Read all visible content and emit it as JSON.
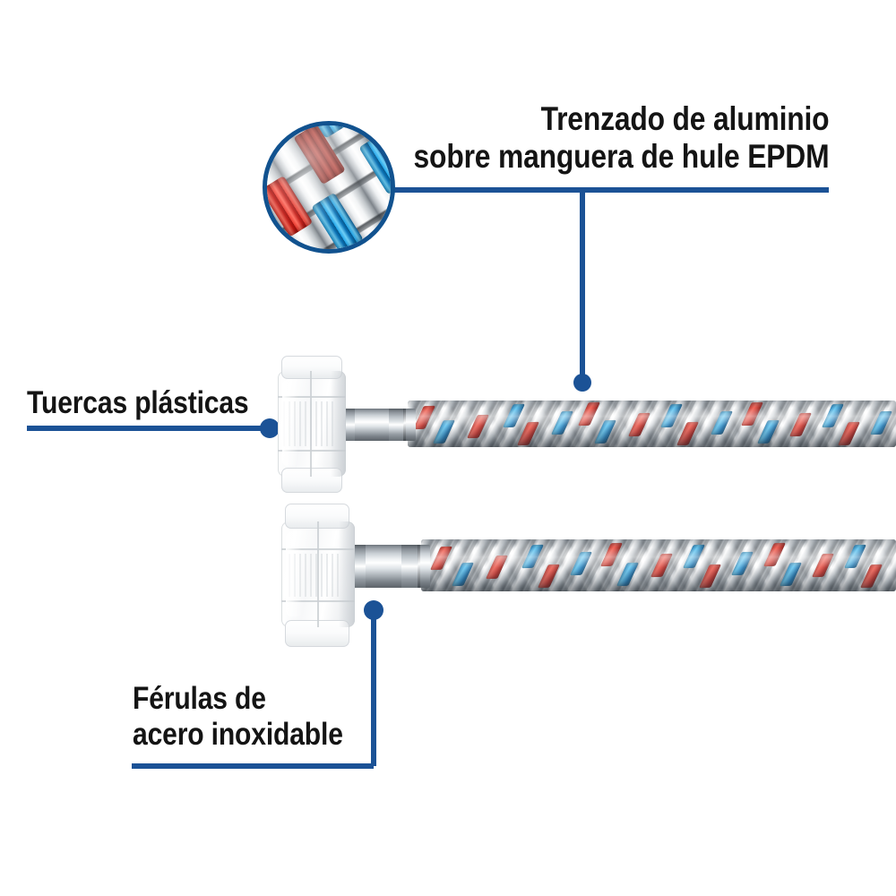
{
  "product": {
    "name": "manguera-flexible-de-abasto",
    "description": "Diagrama de manguera flexible con tuercas plasticas y ferulas de acero inoxidable"
  },
  "callouts": [
    {
      "id": "braid",
      "label_line1": "Trenzado de aluminio",
      "label_line2": "sobre manguera de hule EPDM",
      "label_full": "Trenzado de aluminio\nsobre manguera de hule EPDM",
      "leader": "horizontal-then-down-to-dot",
      "target": "braided-hose"
    },
    {
      "id": "nuts",
      "label_full": "Tuercas plásticas",
      "leader": "horizontal-to-dot",
      "target": "plastic-nut"
    },
    {
      "id": "ferrules",
      "label_line1": "Férulas de",
      "label_line2": "acero inoxidable",
      "label_full": "Férulas de\nacero inoxidable",
      "leader": "elbow-up-to-dot",
      "target": "steel-ferrule"
    }
  ],
  "magnifier": {
    "name": "braid-closeup",
    "alt": "Acercamiento del trenzado de aluminio con hilos rojos y azules"
  },
  "colors": {
    "accent_blue": "#11528f",
    "leader_blue": "#1b5296",
    "text_black": "#141414",
    "braid_red": "#d92b20",
    "braid_blue": "#1a8fd6",
    "background": "#ffffff"
  },
  "parts": {
    "upper_hose": "braided-hose-upper",
    "lower_hose": "braided-hose-lower",
    "upper_nut": "plastic-nut-upper",
    "lower_nut": "plastic-nut-lower",
    "upper_ferrule": "steel-ferrule-upper",
    "lower_ferrule": "steel-ferrule-lower"
  }
}
